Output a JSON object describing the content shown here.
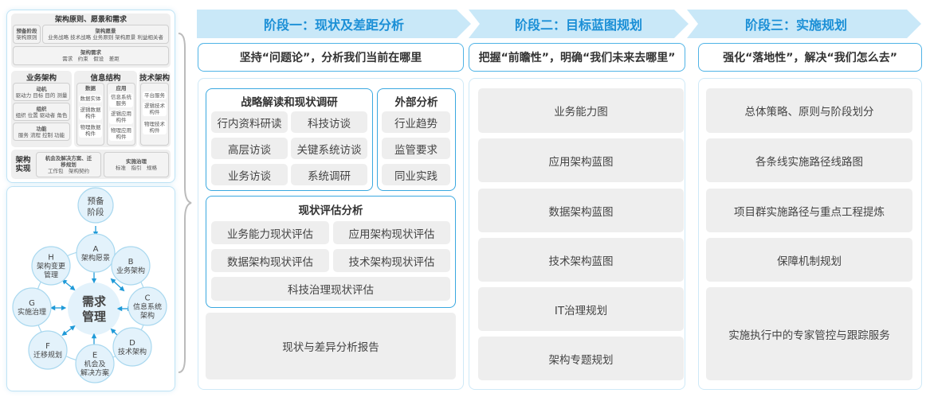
{
  "left_top": {
    "principles": {
      "title": "架构原则、愿景和需求",
      "prelim": {
        "title": "预备阶段",
        "text": "架构原则"
      },
      "vision": {
        "title": "架构愿景",
        "text": "业务战略 技术战略 业务原则 架构愿景 利益相关者"
      },
      "requirements": {
        "title": "架构需求",
        "text": "需求　约束　假设　差距"
      }
    },
    "business": {
      "title": "业务架构",
      "items": [
        {
          "title": "动机",
          "text": "驱动力 目标 目的 测量"
        },
        {
          "title": "组织",
          "text": "组织 位置 驱动者 角色"
        },
        {
          "title": "功能",
          "text": "服务 流程 控制 功能"
        }
      ]
    },
    "information": {
      "title": "信息结构",
      "data": {
        "title": "数据",
        "items": [
          "数据实体",
          "逻辑数据构件",
          "物理数据构件"
        ]
      },
      "application": {
        "title": "应用",
        "items": [
          "信息系统服务",
          "逻辑应用构件",
          "物理应用构件"
        ]
      }
    },
    "technology": {
      "title": "技术架构",
      "items": [
        "平台服务",
        "逻辑技术构件",
        "物理技术构件"
      ]
    },
    "realization": {
      "title": "架构实现",
      "opportunities": {
        "title": "机会及解决方案、迁移规划",
        "text": "工作包　架构契约"
      },
      "governance": {
        "title": "实施治理",
        "text": "标准　指引　规格"
      }
    }
  },
  "cycle": {
    "center": [
      "需求",
      "管理"
    ],
    "prelim": [
      "预备",
      "阶段"
    ],
    "nodes": [
      {
        "letter": "A",
        "lines": [
          "架构愿景"
        ]
      },
      {
        "letter": "B",
        "lines": [
          "业务架构"
        ]
      },
      {
        "letter": "C",
        "lines": [
          "信息系统",
          "架构"
        ]
      },
      {
        "letter": "D",
        "lines": [
          "技术架构"
        ]
      },
      {
        "letter": "E",
        "lines": [
          "机会及",
          "解决方案"
        ]
      },
      {
        "letter": "F",
        "lines": [
          "迁移规划"
        ]
      },
      {
        "letter": "G",
        "lines": [
          "实施治理"
        ]
      },
      {
        "letter": "H",
        "lines": [
          "架构变更",
          "管理"
        ]
      }
    ]
  },
  "stages": [
    {
      "title": "阶段一：现状及差距分析",
      "subtitle": "坚持“问题论”，分析我们当前在哪里"
    },
    {
      "title": "阶段二：目标蓝图规划",
      "subtitle": "把握“前瞻性”，明确“我们未来去哪里”"
    },
    {
      "title": "阶段三：实施规划",
      "subtitle": "强化“落地性”，解决“我们怎么去”"
    }
  ],
  "stage1": {
    "strategy": {
      "title": "战略解读和现状调研",
      "items": [
        "行内资料研读",
        "科技访谈",
        "高层访谈",
        "关键系统访谈",
        "业务访谈",
        "系统调研"
      ]
    },
    "external": {
      "title": "外部分析",
      "items": [
        "行业趋势",
        "监管要求",
        "同业实践"
      ]
    },
    "assessment": {
      "title": "现状评估分析",
      "items": [
        "业务能力现状评估",
        "应用架构现状评估",
        "数据架构现状评估",
        "技术架构现状评估",
        "科技治理现状评估"
      ]
    },
    "report": "现状与差异分析报告"
  },
  "stage2": {
    "items": [
      "业务能力图",
      "应用架构蓝图",
      "数据架构蓝图",
      "技术架构蓝图",
      "IT治理规划",
      "架构专题规划"
    ]
  },
  "stage3": {
    "items": [
      "总体策略、原则与阶段划分",
      "各条线实施路径线路图",
      "项目群实施路径与重点工程提炼",
      "保障机制规划",
      "实施执行中的专家管控与跟踪服务"
    ]
  },
  "colors": {
    "accent": "#1b8fd6",
    "header_bg": "#c9e8f8",
    "border": "#4fb3e6",
    "box_gray": "#eeeeee"
  }
}
